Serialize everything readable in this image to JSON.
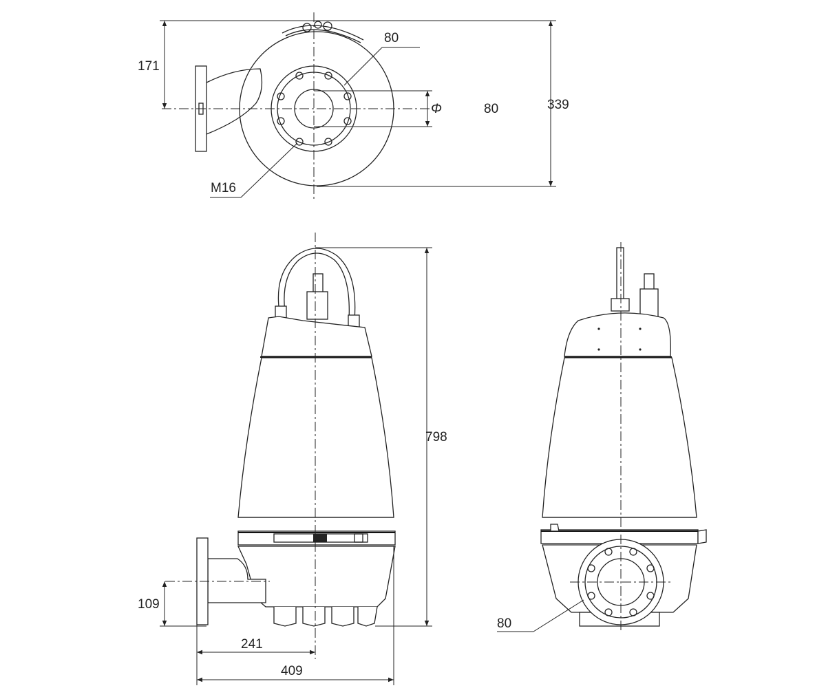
{
  "top_view": {
    "dim_height_offset": "171",
    "dim_bolt_circle": "80",
    "dim_bore_symbol": "Φ",
    "dim_outlet": "80",
    "dim_total_depth": "339",
    "thread_label": "M16"
  },
  "front_view": {
    "dim_total_height": "798",
    "dim_outlet_height": "109",
    "dim_center_offset": "241",
    "dim_total_width": "409"
  },
  "side_view": {
    "dim_flange": "80"
  }
}
